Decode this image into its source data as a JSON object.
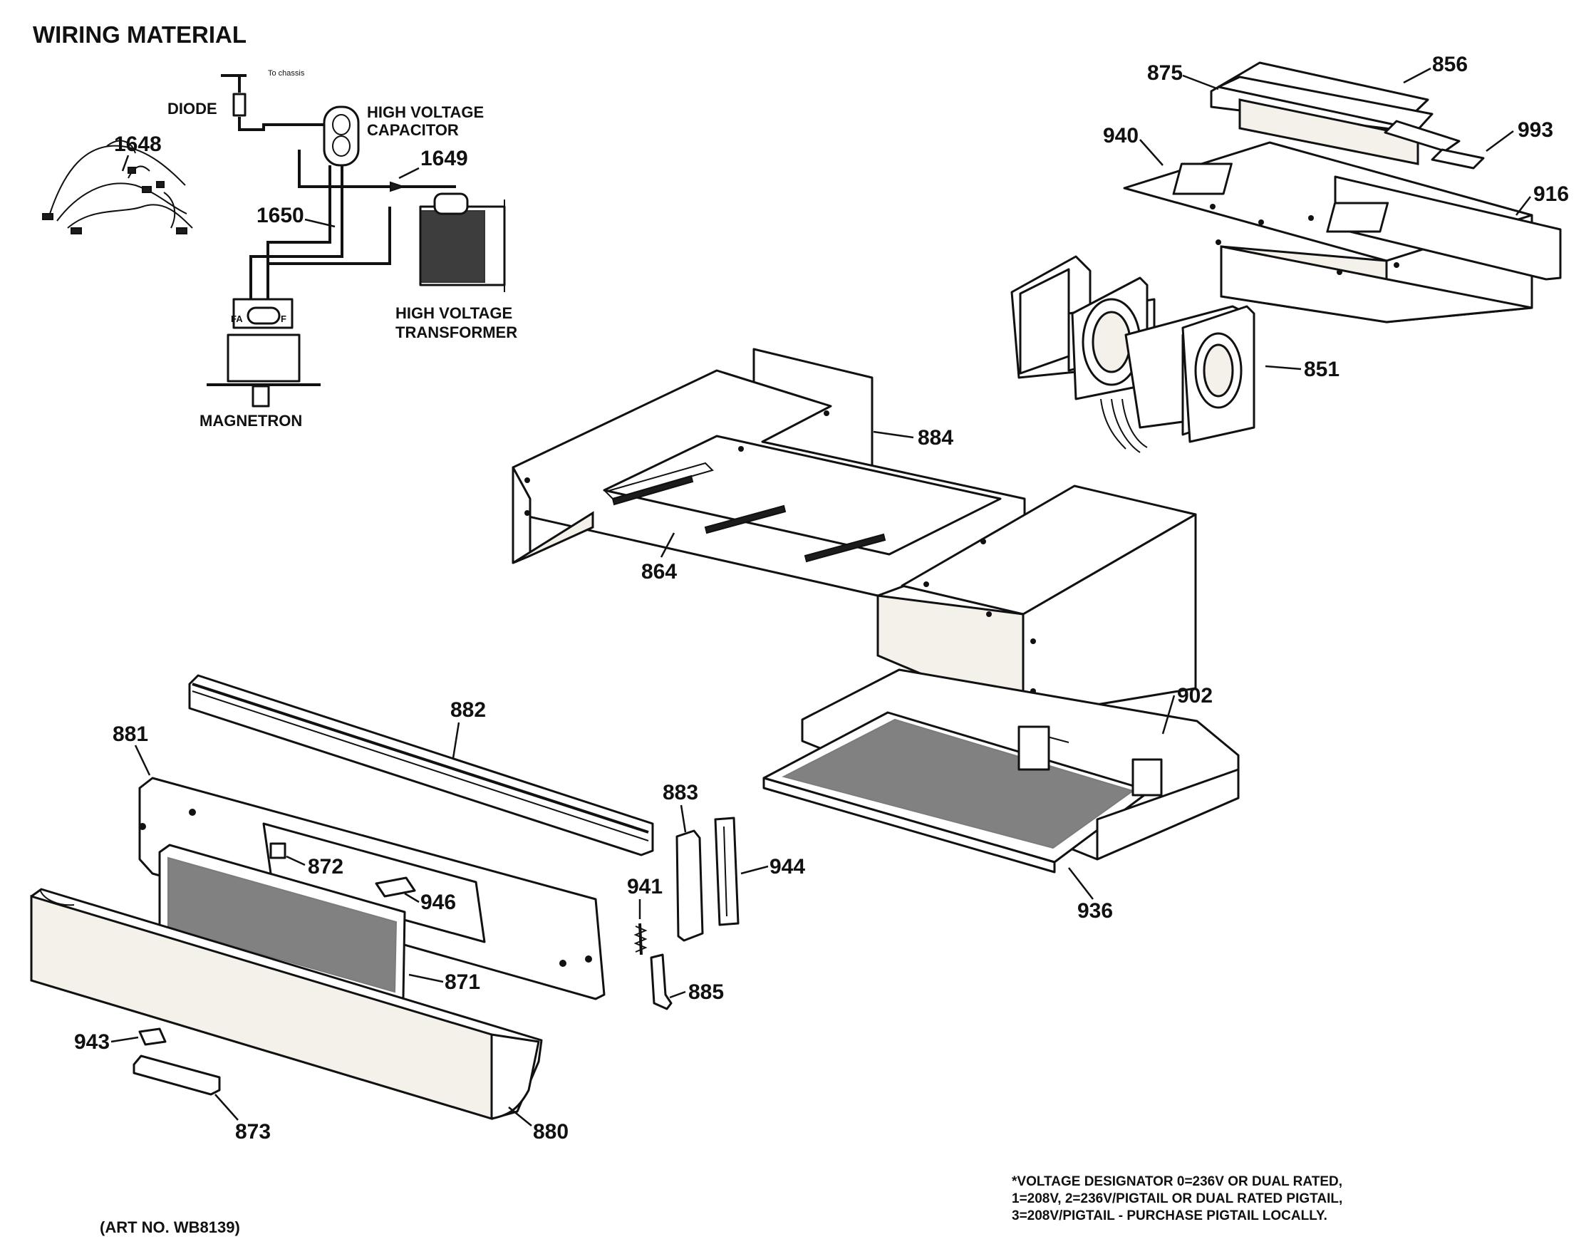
{
  "title": "WIRING MATERIAL",
  "wiring_labels": {
    "diode": "DIODE",
    "to_chassis": "To chassis",
    "capacitor": "HIGH VOLTAGE CAPACITOR",
    "capacitor_line1": "HIGH VOLTAGE",
    "capacitor_line2": "CAPACITOR",
    "transformer_line1": "HIGH VOLTAGE",
    "transformer_line2": "TRANSFORMER",
    "magnetron": "MAGNETRON",
    "terminal_fa": "FA",
    "terminal_f": "F"
  },
  "part_numbers": {
    "p1648": "1648",
    "p1649": "1649",
    "p1650": "1650",
    "p875": "875",
    "p856": "856",
    "p993": "993",
    "p940": "940",
    "p916": "916",
    "p851": "851",
    "p884": "884",
    "p864": "864",
    "p882": "882",
    "p881": "881",
    "p902": "902",
    "p883": "883",
    "p944": "944",
    "p872": "872",
    "p946": "946",
    "p941": "941",
    "p936": "936",
    "p871": "871",
    "p885": "885",
    "p943": "943",
    "p873": "873",
    "p880": "880"
  },
  "footnote": {
    "line1": "*VOLTAGE DESIGNATOR 0=236V OR DUAL RATED,",
    "line2": "1=208V, 2=236V/PIGTAIL OR DUAL RATED PIGTAIL,",
    "line3": "3=208V/PIGTAIL - PURCHASE PIGTAIL LOCALLY."
  },
  "art_number": "(ART NO. WB8139)"
}
